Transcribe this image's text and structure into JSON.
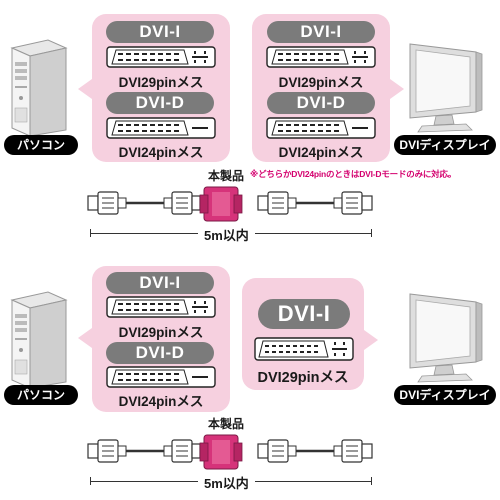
{
  "sections": [
    {
      "pc_label": "パソコン",
      "display_label": "DVIディスプレイ",
      "left_panel": [
        {
          "type": "DVI-I",
          "spec": "DVI29pinメス"
        },
        {
          "type": "DVI-D",
          "spec": "DVI24pinメス"
        }
      ],
      "right_panel": [
        {
          "type": "DVI-I",
          "spec": "DVI29pinメス"
        },
        {
          "type": "DVI-D",
          "spec": "DVI24pinメス"
        }
      ],
      "product_label": "本製品",
      "note": "※どちらかDVI24pinのときはDVI-Dモードのみに対応。",
      "length": "5m以内"
    },
    {
      "pc_label": "パソコン",
      "display_label": "DVIディスプレイ",
      "left_panel": [
        {
          "type": "DVI-I",
          "spec": "DVI29pinメス"
        },
        {
          "type": "DVI-D",
          "spec": "DVI24pinメス"
        }
      ],
      "right_panel": [
        {
          "type": "DVI-I",
          "spec": "DVI29pinメス"
        }
      ],
      "product_label": "本製品",
      "length": "5m以内"
    }
  ],
  "colors": {
    "panel": "#f6d0df",
    "pill": "#7b7b7b",
    "coupler": "#d6337a",
    "note": "#d4006e"
  }
}
